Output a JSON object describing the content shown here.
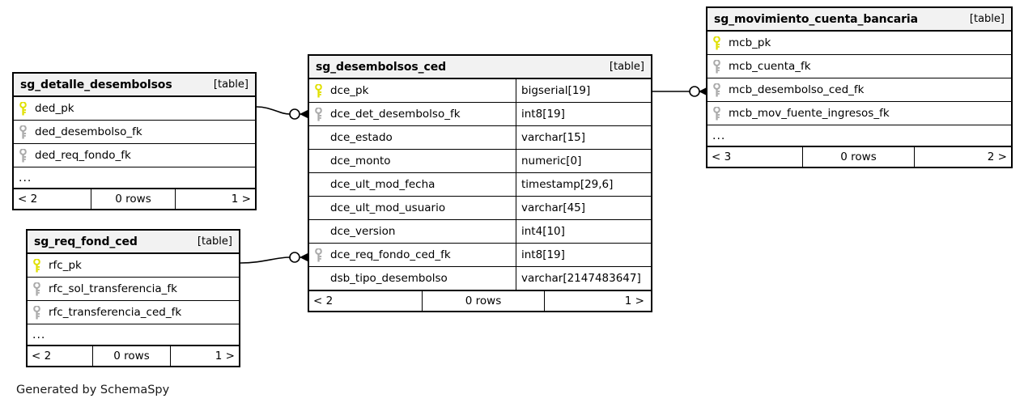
{
  "diagram": {
    "type": "entity-relationship-diagram",
    "generator_caption": "Generated by SchemaSpy",
    "table_tag": "[table]",
    "ellipsis": "...",
    "colors": {
      "primary_key_icon": "#e8e800",
      "foreign_key_icon": "#aaaaaa",
      "header_background": "#f2f2f2",
      "border": "#000000",
      "background": "#ffffff"
    }
  },
  "tables": [
    {
      "id": "sg_detalle_desembolsos",
      "name": "sg_detalle_desembolsos",
      "tag": "[table]",
      "columns": [
        {
          "name": "ded_pk",
          "key": "pk",
          "type": ""
        },
        {
          "name": "ded_desembolso_fk",
          "key": "fk",
          "type": ""
        },
        {
          "name": "ded_req_fondo_fk",
          "key": "fk",
          "type": ""
        }
      ],
      "has_more": true,
      "footer": {
        "left": "< 2",
        "middle": "0 rows",
        "right": "1 >"
      }
    },
    {
      "id": "sg_req_fond_ced",
      "name": "sg_req_fond_ced",
      "tag": "[table]",
      "columns": [
        {
          "name": "rfc_pk",
          "key": "pk",
          "type": ""
        },
        {
          "name": "rfc_sol_transferencia_fk",
          "key": "fk",
          "type": ""
        },
        {
          "name": "rfc_transferencia_ced_fk",
          "key": "fk",
          "type": ""
        }
      ],
      "has_more": true,
      "footer": {
        "left": "< 2",
        "middle": "0 rows",
        "right": "1 >"
      }
    },
    {
      "id": "sg_desembolsos_ced",
      "name": "sg_desembolsos_ced",
      "tag": "[table]",
      "columns": [
        {
          "name": "dce_pk",
          "key": "pk",
          "type": "bigserial[19]"
        },
        {
          "name": "dce_det_desembolso_fk",
          "key": "fk",
          "type": "int8[19]"
        },
        {
          "name": "dce_estado",
          "key": "none",
          "type": "varchar[15]"
        },
        {
          "name": "dce_monto",
          "key": "none",
          "type": "numeric[0]"
        },
        {
          "name": "dce_ult_mod_fecha",
          "key": "none",
          "type": "timestamp[29,6]"
        },
        {
          "name": "dce_ult_mod_usuario",
          "key": "none",
          "type": "varchar[45]"
        },
        {
          "name": "dce_version",
          "key": "none",
          "type": "int4[10]"
        },
        {
          "name": "dce_req_fondo_ced_fk",
          "key": "fk",
          "type": "int8[19]"
        },
        {
          "name": "dsb_tipo_desembolso",
          "key": "none",
          "type": "varchar[2147483647]"
        }
      ],
      "has_more": false,
      "footer": {
        "left": "< 2",
        "middle": "0 rows",
        "right": "1 >"
      }
    },
    {
      "id": "sg_movimiento_cuenta_bancaria",
      "name": "sg_movimiento_cuenta_bancaria",
      "tag": "[table]",
      "columns": [
        {
          "name": "mcb_pk",
          "key": "pk",
          "type": ""
        },
        {
          "name": "mcb_cuenta_fk",
          "key": "fk",
          "type": ""
        },
        {
          "name": "mcb_desembolso_ced_fk",
          "key": "fk",
          "type": ""
        },
        {
          "name": "mcb_mov_fuente_ingresos_fk",
          "key": "fk",
          "type": ""
        }
      ],
      "has_more": true,
      "footer": {
        "left": "< 3",
        "middle": "0 rows",
        "right": "2 >"
      }
    }
  ],
  "relationships": [
    {
      "from_table": "sg_detalle_desembolsos",
      "from_column": "ded_pk",
      "to_table": "sg_desembolsos_ced",
      "to_column": "dce_det_desembolso_fk"
    },
    {
      "from_table": "sg_req_fond_ced",
      "from_column": "rfc_pk",
      "to_table": "sg_desembolsos_ced",
      "to_column": "dce_req_fondo_ced_fk"
    },
    {
      "from_table": "sg_desembolsos_ced",
      "from_column": "dce_pk",
      "to_table": "sg_movimiento_cuenta_bancaria",
      "to_column": "mcb_desembolso_ced_fk"
    }
  ]
}
